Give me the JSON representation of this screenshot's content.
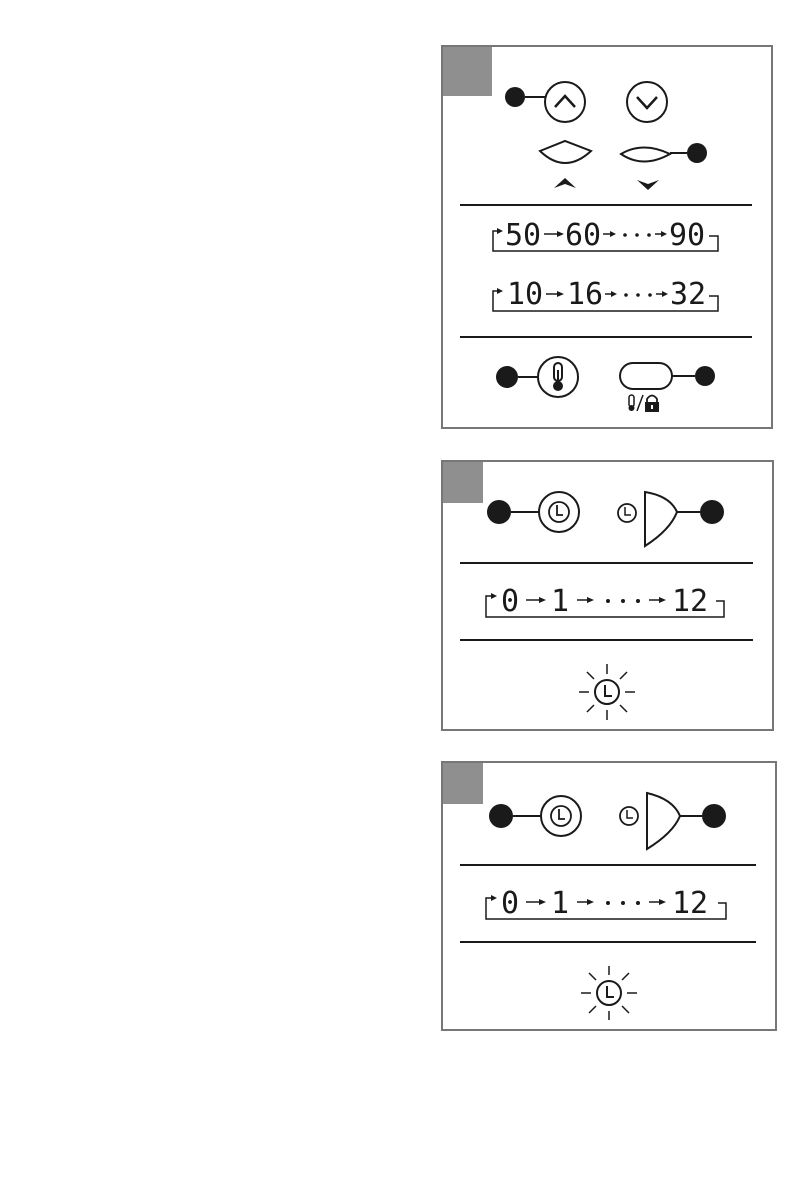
{
  "panels": [
    {
      "display_rows": [
        [
          "50",
          "60",
          "90"
        ],
        [
          "10",
          "16",
          "32"
        ]
      ]
    },
    {
      "display_rows": [
        [
          "0",
          "1",
          "12"
        ]
      ]
    },
    {
      "display_rows": [
        [
          "0",
          "1",
          "12"
        ]
      ]
    }
  ],
  "icons": {
    "up": "chevron-up-icon",
    "down": "chevron-down-icon",
    "thermo": "thermometer-icon",
    "lock": "lock-icon",
    "timer": "clock-icon",
    "timer_flash": "blinking-clock-icon"
  },
  "colors": {
    "tab": "#8f8f8f",
    "line": "#1a1a1a",
    "frame": "#777777",
    "callout_dot": "#1a1a1a"
  }
}
